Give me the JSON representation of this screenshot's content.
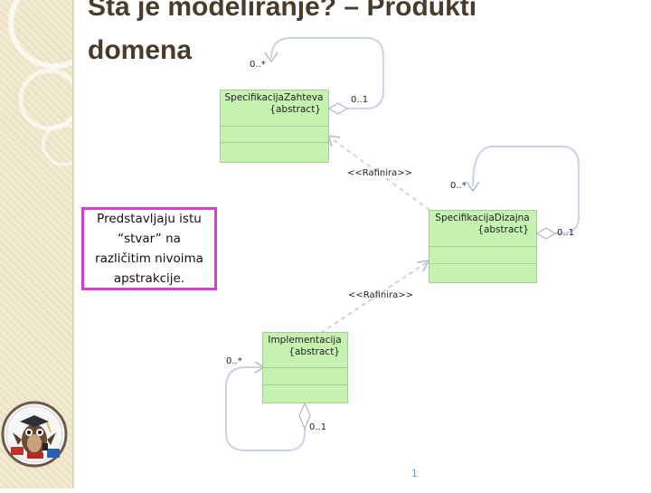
{
  "slide": {
    "title": "Šta je modeliranje? – Produkti\ndomena",
    "callout_text": "Predstavljaju istu\n“stvar” na\nrazličitim nivoima\napstrakcije.",
    "page_number": "1"
  },
  "diagram": {
    "classes": [
      {
        "id": "spec-zahteva",
        "name": "SpecifikacijaZahteva",
        "stereotype": "{abstract}"
      },
      {
        "id": "spec-dizajna",
        "name": "SpecifikacijaDizajna",
        "stereotype": "{abstract}"
      },
      {
        "id": "implementacija",
        "name": "Implementacija",
        "stereotype": "{abstract}"
      }
    ],
    "relations": [
      {
        "label": "<<Rafinira>>"
      },
      {
        "label": "<<Rafinira>>"
      }
    ],
    "multiplicities": {
      "zahteva_many": "0..*",
      "zahteva_one": "0..1",
      "dizajna_many": "0..*",
      "dizajna_one": "0..1",
      "impl_many": "0..*",
      "impl_one": "0..1"
    }
  }
}
